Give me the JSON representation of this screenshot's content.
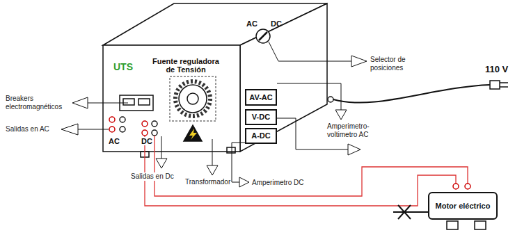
{
  "diagram": {
    "nodes": [
      {
        "text": [
          "AV-AC"
        ]
      },
      {
        "text": [
          "V-DC"
        ]
      },
      {
        "text": [
          "A-DC"
        ]
      },
      {
        "text": [
          "Motor eléctrico"
        ]
      }
    ],
    "labels": [
      "UTS",
      "Fuente reguladora de Tensión",
      "AC",
      "DC",
      "Breakers electromagnéticos",
      "Salidas en AC",
      "AC",
      "DC",
      "Salidas en Dc",
      "Transformador",
      "Amperimetro DC",
      "Amperimetro-voltimetro AC",
      "Selector de posiciones",
      "110 V"
    ]
  }
}
